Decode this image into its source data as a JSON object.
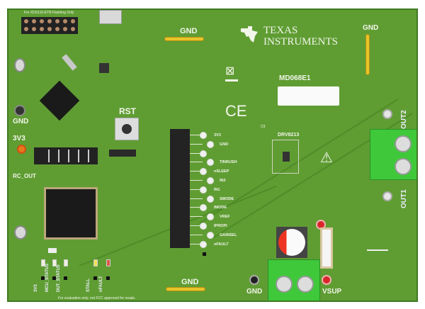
{
  "board": {
    "header_note": "For XDS110-ETB Flashing Only",
    "footer_note": "For evaluation only; not FCC approved for resale.",
    "brand_line1": "Texas",
    "brand_line2": "Instruments",
    "board_name": "MD068E1",
    "ce_mark": "CE",
    "rst_label": "RST",
    "gnd_top": "GND",
    "gnd_right": "GND",
    "gnd_left": "GND",
    "gnd_bottom": "GND",
    "gnd_power": "GND",
    "v3v3_label": "3V3",
    "rc_out_label": "RC_OUT",
    "driver_label": "DRV8213",
    "cap_label": "C9",
    "out1_label": "OUT1",
    "out2_label": "OUT2",
    "vsup_label": "VSUP",
    "header_pins": [
      "3V3",
      "GND",
      "",
      "TINRUSH",
      "nSLEEP",
      "IN2",
      "IN1",
      "SMODE",
      "IMODE",
      "VREF",
      "IPROPI",
      "GAINSEL",
      "nFAULT"
    ],
    "leds": [
      {
        "label": "3V3",
        "color": "#f0f0e0"
      },
      {
        "label": "MCU_STATUS",
        "color": "#f0f0e0"
      },
      {
        "label": "DUT_STATUS",
        "color": "#f0f0e0"
      },
      {
        "label": "STALL",
        "color": "#f3e25a"
      },
      {
        "label": "nFAULT",
        "color": "#e0594a"
      }
    ],
    "colors": {
      "pcb": "#5f9d33",
      "terminal": "#3fc83a",
      "testpoint_red": "#d9262b"
    }
  }
}
